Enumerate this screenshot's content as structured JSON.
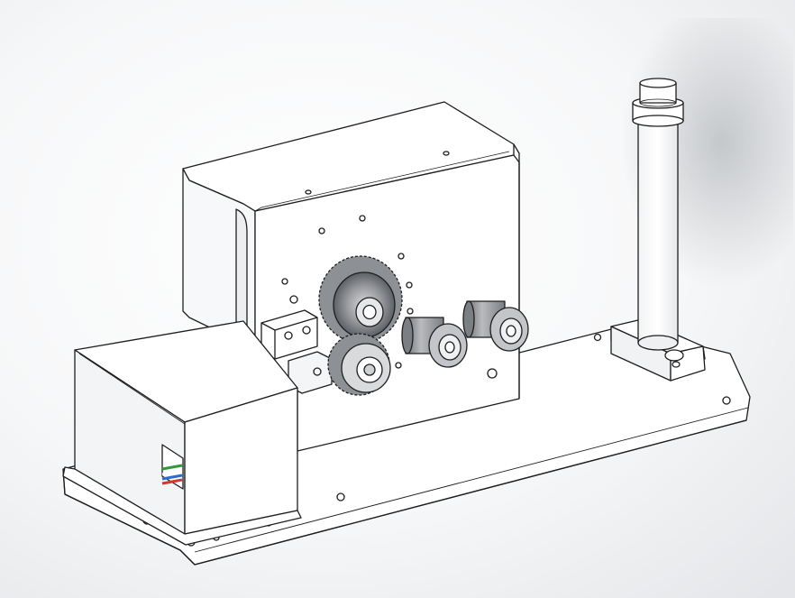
{
  "scene": {
    "colors": {
      "background_light": "#ffffff",
      "background_shadow": "#c9ccd1",
      "part_face": "#ffffff",
      "part_shade": "#eef0f2",
      "edge": "#1e1e1e",
      "gear_dark": "#6b6e73",
      "gear_mid": "#9a9ca0",
      "gear_light": "#d9dadc",
      "pin_cyan": "#7fd3d0",
      "wire_green": "#2e9a3c",
      "wire_red": "#d23a2a",
      "wire_blue": "#2a6fd0",
      "wire_white": "#ffffff"
    },
    "parts": [
      "base-plate",
      "main-housing",
      "motor-box",
      "drive-gear-upper",
      "drive-gear-lower",
      "roller-center",
      "roller-right",
      "clamp-block",
      "guide-pin",
      "post-mount",
      "vertical-post",
      "wire-connector"
    ]
  }
}
